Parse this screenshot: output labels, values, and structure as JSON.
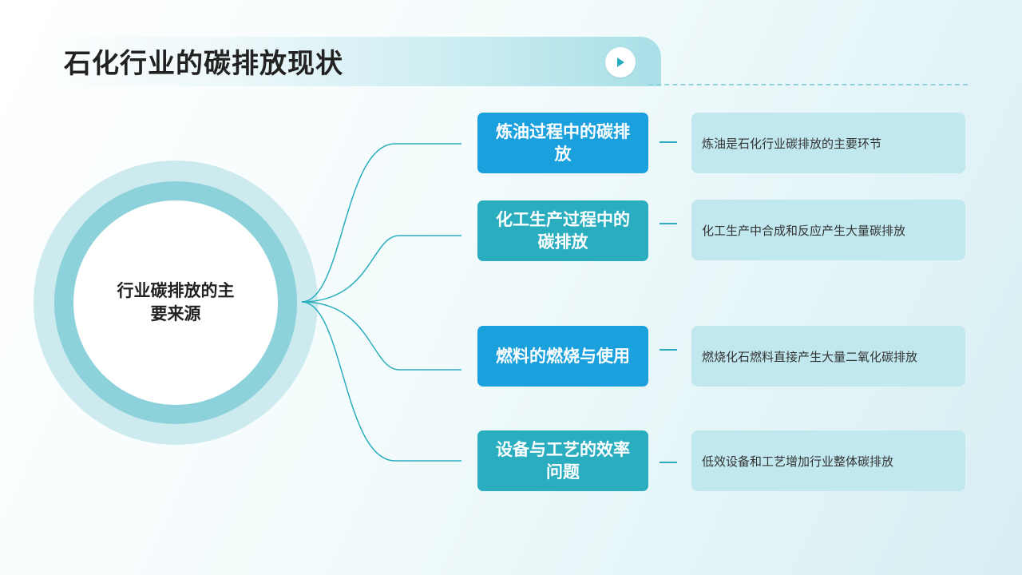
{
  "header": {
    "title": "石化行业的碳排放现状",
    "play_icon": "play-icon"
  },
  "center": {
    "label": "行业碳排放的主要来源"
  },
  "colors": {
    "blue": "#1aa0dc",
    "teal": "#2aaebf",
    "desc_bg": "#c1e8ef",
    "connector": "#2aaebf"
  },
  "items": [
    {
      "label": "炼油过程中的碳排放",
      "description": "炼油是石化行业碳排放的主要环节"
    },
    {
      "label": "化工生产过程中的碳排放",
      "description": "化工生产中合成和反应产生大量碳排放"
    },
    {
      "label": "燃料的燃烧与使用",
      "description": "燃烧化石燃料直接产生大量二氧化碳排放"
    },
    {
      "label": "设备与工艺的效率问题",
      "description": "低效设备和工艺增加行业整体碳排放"
    }
  ]
}
